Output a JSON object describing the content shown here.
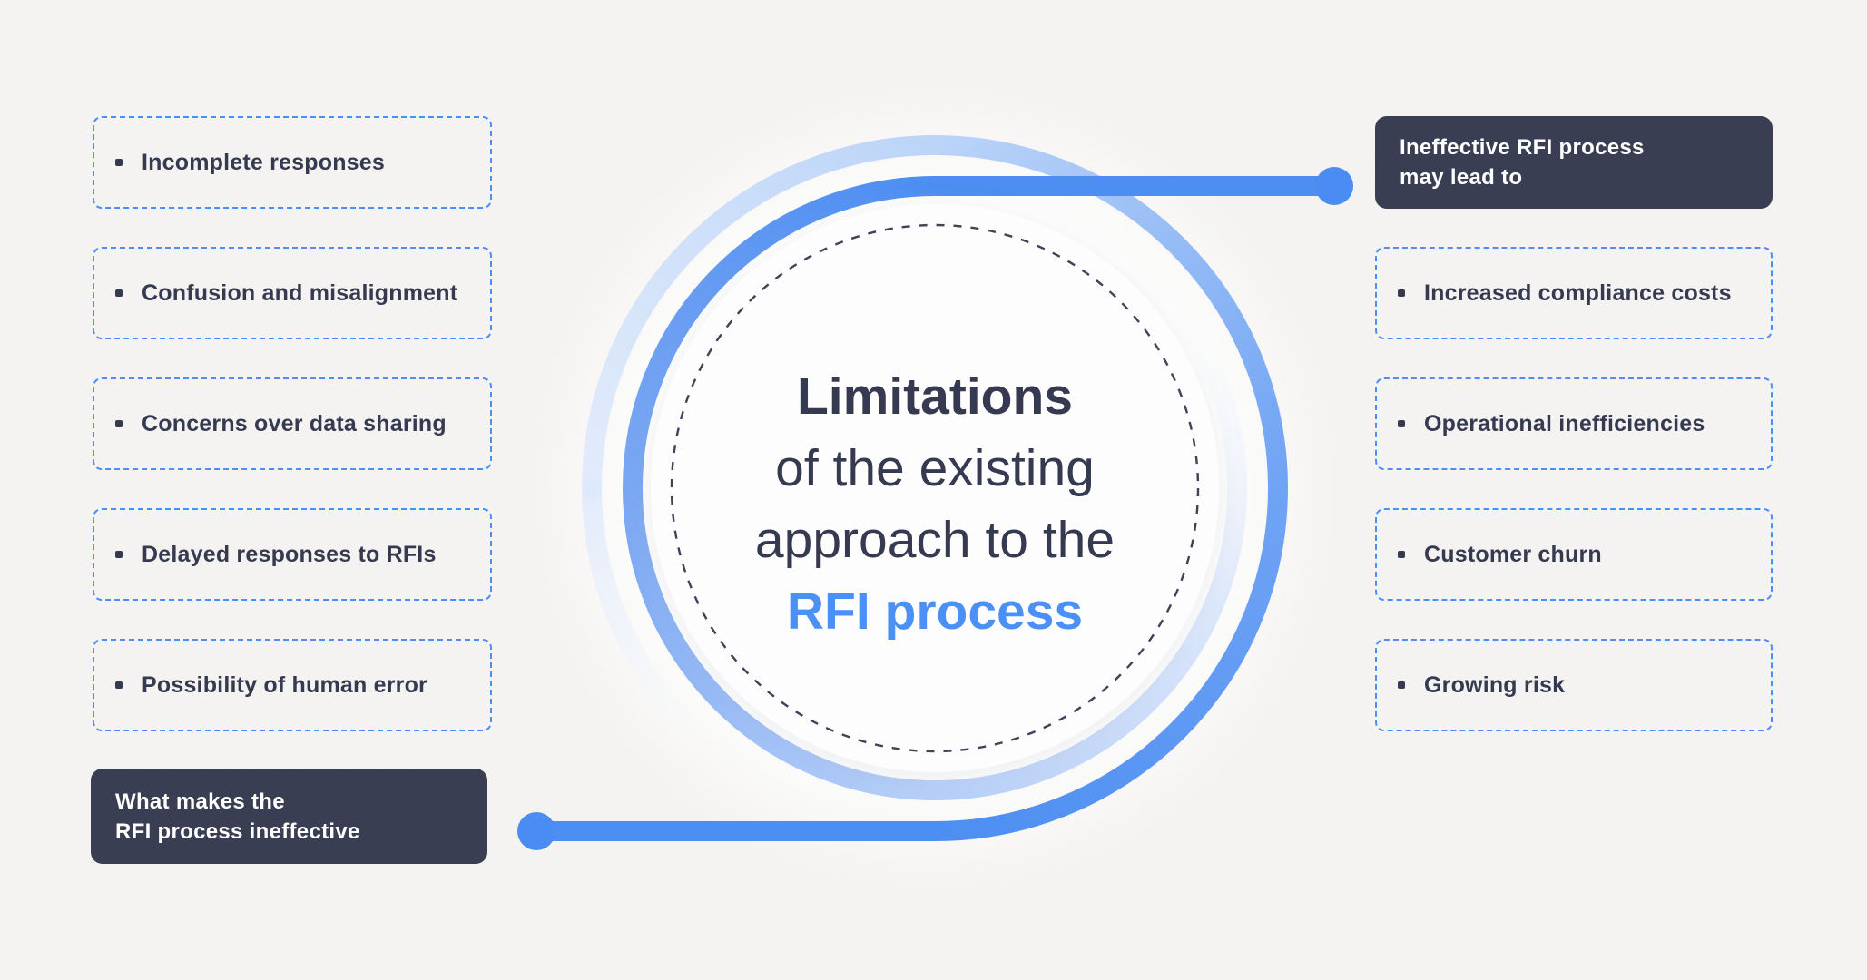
{
  "center_circle": {
    "title_line1": "Limitations",
    "title_line2": "of the existing",
    "title_line3": "approach to the",
    "title_line4": "RFI process"
  },
  "left_group": {
    "caption_line1": "What makes the",
    "caption_line2": "RFI process ineffective",
    "items": [
      "Incomplete responses",
      "Confusion and misalignment",
      "Concerns over data sharing",
      "Delayed responses to RFIs",
      "Possibility of human error"
    ]
  },
  "right_group": {
    "caption_line1": "Ineffective RFI process",
    "caption_line2": "may lead to",
    "items": [
      "Increased compliance costs",
      "Operational inefficiencies",
      "Customer churn",
      "Growing risk"
    ]
  },
  "colors": {
    "accent_blue": "#4C8EF2",
    "light_blue": "#BBD4F8",
    "dark_navy": "#3A3E53",
    "text_dark": "#353A50",
    "title_blue": "#4A90F5",
    "background": "#F4F3F1"
  }
}
